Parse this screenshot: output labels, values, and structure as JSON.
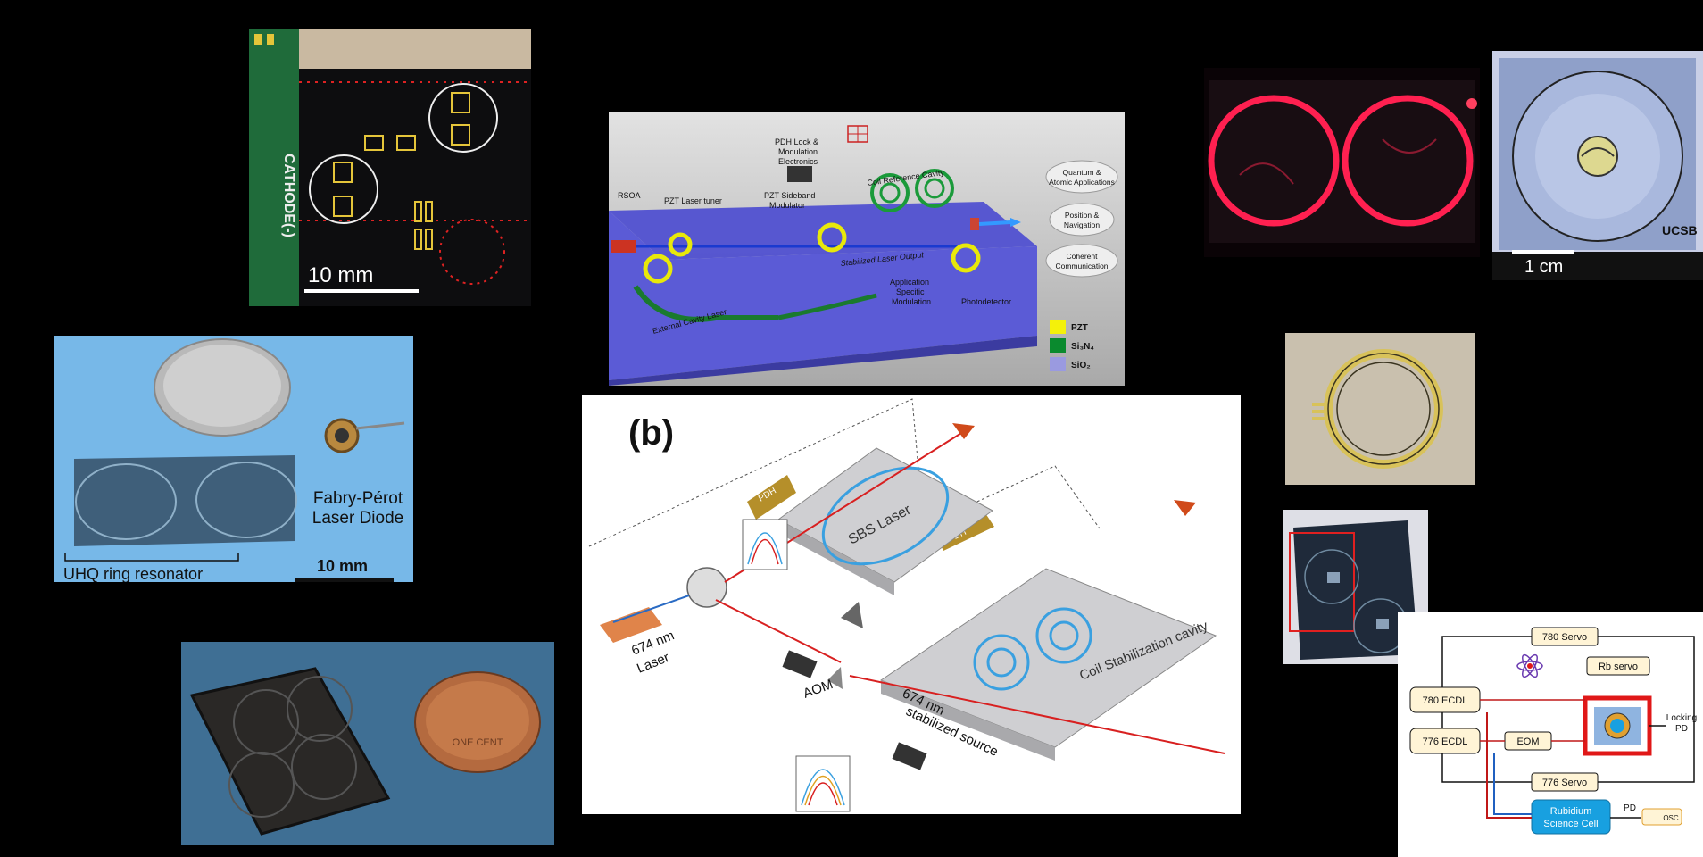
{
  "panel_a": {
    "scale_label": "10 mm",
    "edge_label": "CATHODE(-)"
  },
  "panel_diagram": {
    "labels": {
      "rsoa": "RSOA",
      "pzt_tuner": "PZT Laser tuner",
      "pdh": "PDH Lock &",
      "pdh2": "Modulation",
      "pdh3": "Electronics",
      "sideband": "PZT Sideband",
      "sideband2": "Modulator",
      "coil_ref": "Coil Reference Cavity",
      "stab_out": "Stabilized Laser Output",
      "ext_cavity": "External Cavity Laser",
      "app_spec": "Application",
      "app_spec2": "Specific",
      "app_spec3": "Modulation",
      "photodetector": "Photodetector",
      "app1a": "Quantum &",
      "app1b": "Atomic Applications",
      "app2a": "Position &",
      "app2b": "Navigation",
      "app3a": "Coherent",
      "app3b": "Communication"
    },
    "legend": [
      "PZT",
      "Si₃N₄",
      "SiO₂"
    ],
    "legend_colors": [
      "#f4f10a",
      "#0a8a2e",
      "#9a9ae0"
    ]
  },
  "panel_red_rings": {},
  "panel_wafer": {
    "scale_label": "1 cm",
    "logo": "UCSB"
  },
  "panel_dime": {
    "label1": "Fabry-Pérot",
    "label2": "Laser Diode",
    "ring_label": "UHQ ring resonator",
    "scale_label": "10 mm"
  },
  "panel_b": {
    "panel_letter": "(b)",
    "pdh1": "PDH",
    "pdh2": "PDH",
    "sbs": "SBS Laser",
    "laser1": "674 nm",
    "laser2": "Laser",
    "aom": "AOM",
    "coil": "Coil Stabilization cavity",
    "stab1": "674 nm",
    "stab2": "stabilized source"
  },
  "panel_penny": {
    "coin_text": "ONE CENT"
  },
  "panel_gold_ring": {},
  "panel_chip_photo": {},
  "panel_paren": {
    "text": "("
  },
  "panel_rb": {
    "servo780": "780 Servo",
    "rb_servo": "Rb servo",
    "ecdl780": "780 ECDL",
    "ecdl776": "776 ECDL",
    "eom": "EOM",
    "locking1": "Locking",
    "locking2": "PD",
    "servo776": "776 Servo",
    "cell1": "Rubidium",
    "cell2": "Science Cell",
    "pd": "PD",
    "osc": "OSC"
  }
}
